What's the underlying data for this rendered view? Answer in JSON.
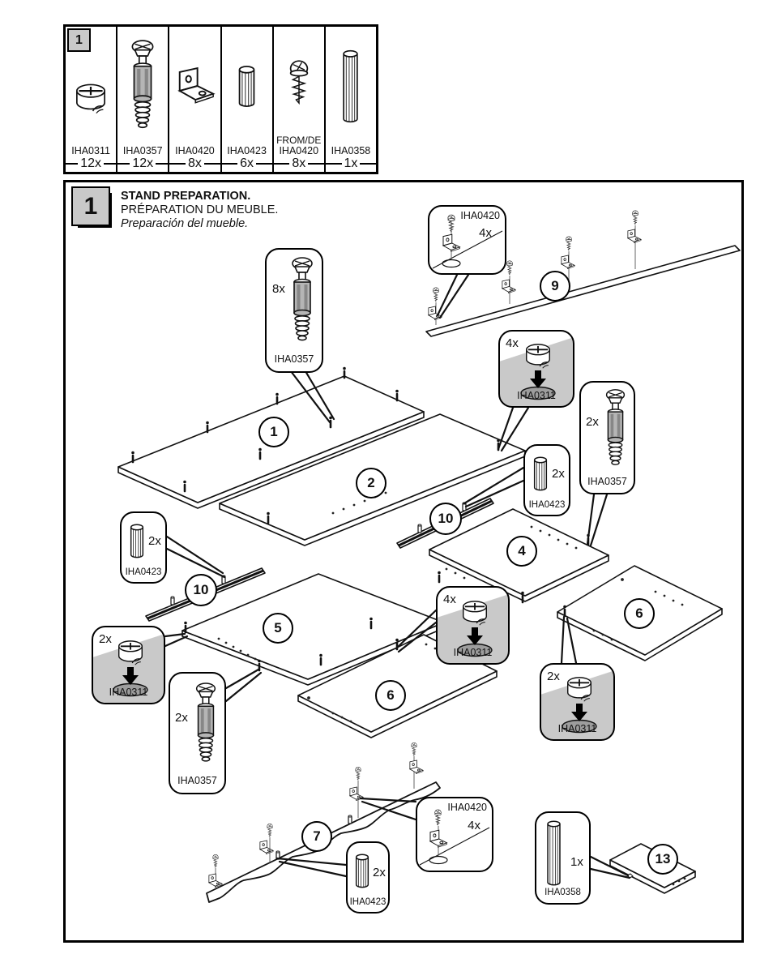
{
  "parts_strip": {
    "badge": "1",
    "items": [
      {
        "part": "IHA0311",
        "qty": "12x",
        "icon": "cam-lock-icon"
      },
      {
        "part": "IHA0357",
        "qty": "12x",
        "icon": "cam-bolt-icon"
      },
      {
        "part": "IHA0420",
        "qty": "8x",
        "icon": "bracket-icon"
      },
      {
        "part": "IHA0423",
        "qty": "6x",
        "icon": "dowel-icon"
      },
      {
        "part": "IHA0420",
        "qty": "8x",
        "prefix": "FROM/DE",
        "icon": "screw-icon"
      },
      {
        "part": "IHA0358",
        "qty": "1x",
        "icon": "long-dowel-icon"
      }
    ]
  },
  "step": {
    "number": "1",
    "title_line1": "STAND PREPARATION.",
    "title_line2": "PRÉPARATION DU MEUBLE.",
    "title_line3": "Preparación del mueble."
  },
  "callouts": {
    "c1": {
      "qty": "8x",
      "part": "IHA0357"
    },
    "c2": {
      "part": "IHA0420",
      "qty": "4x"
    },
    "c3": {
      "qty": "4x",
      "part": "IHA0311"
    },
    "c4": {
      "qty": "2x",
      "part": "IHA0357"
    },
    "c5": {
      "qty": "2x",
      "part": "IHA0423"
    },
    "c6": {
      "qty": "2x",
      "part": "IHA0423"
    },
    "c7": {
      "qty": "2x",
      "part": "IHA0311"
    },
    "c8": {
      "qty": "2x",
      "part": "IHA0357"
    },
    "c9": {
      "qty": "4x",
      "part": "IHA0311"
    },
    "c10": {
      "qty": "2x",
      "part": "IHA0311"
    },
    "c11": {
      "part": "IHA0420",
      "qty": "4x"
    },
    "c12": {
      "qty": "2x",
      "part": "IHA0423"
    },
    "c13": {
      "qty": "1x",
      "part": "IHA0358"
    }
  },
  "labels": {
    "p1": "1",
    "p2": "2",
    "p4": "4",
    "p5": "5",
    "p6a": "6",
    "p6b": "6",
    "p7": "7",
    "p9": "9",
    "p10a": "10",
    "p10b": "10",
    "p13": "13"
  },
  "colors": {
    "badge_gray": "#c9c9c9",
    "callout_gray": "#c9c9c9",
    "line_black": "#111111"
  }
}
